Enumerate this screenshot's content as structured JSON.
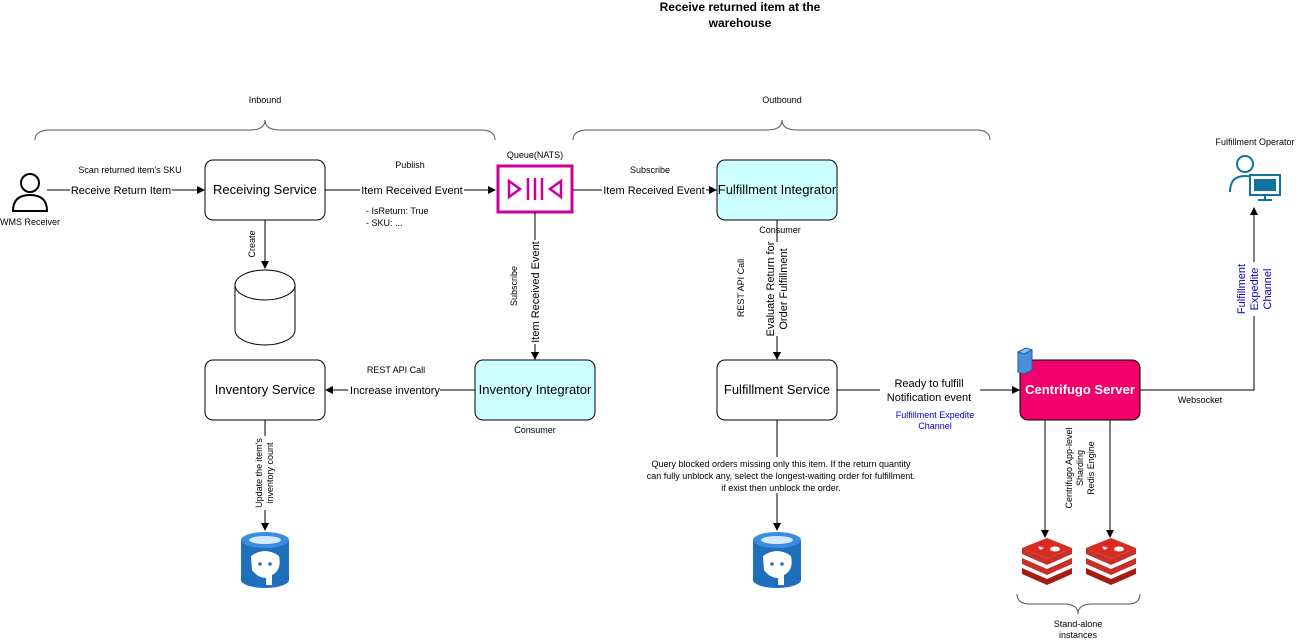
{
  "title": {
    "line1": "Receive returned item at the",
    "line2": "warehouse"
  },
  "sections": {
    "inbound": "Inbound",
    "outbound": "Outbound",
    "standalone_line1": "Stand-alone",
    "standalone_line2": "instances"
  },
  "actors": {
    "wms_receiver": "WMS Receiver",
    "fulfillment_operator": "Fulfillment Operator"
  },
  "nodes": {
    "receiving_service": "Receiving Service",
    "queue": "Queue(NATS)",
    "fulfillment_integrator": "Fulfillment Integrator",
    "inventory_service": "Inventory Service",
    "inventory_integrator": "Inventory Integrator",
    "fulfillment_service": "Fulfillment Service",
    "centrifugo_server": "Centrifugo Server"
  },
  "captions": {
    "consumer_fulfillment": "Consumer",
    "consumer_inventory": "Consumer"
  },
  "edges": {
    "scan_sku": "Scan returned item's SKU",
    "receive_return_item": "Receive Return Item",
    "publish": "Publish",
    "item_received_event_1": "Item Received Event",
    "is_return": "- IsReturn: True",
    "sku": "- SKU: ...",
    "subscribe_top": "Subscribe",
    "item_received_event_2": "Item Received Event",
    "create": "Create",
    "subscribe_vertical": "Subscribe",
    "item_received_event_3": "Item Received Event",
    "rest_api_call_outbound": "REST API Call",
    "evaluate_line1": "Evaluate Return for",
    "evaluate_line2": "Order Fulfillment",
    "rest_api_call_inbound": "REST API Call",
    "increase_inventory": "Increase inventory",
    "update_line1": "Update the item's",
    "update_line2": "inventory count",
    "ready_line1": "Ready to fulfill",
    "ready_line2": "Notification event",
    "channel_line1": "Fulfillment Expedite",
    "channel_line2": "Channel",
    "websocket": "Websocket",
    "vertical_channel_line1": "Fulfillment",
    "vertical_channel_line2": "Expedite",
    "vertical_channel_line3": "Channel",
    "centrifugo_line1": "Centrifugo App-level",
    "centrifugo_line2": "Sharding",
    "centrifugo_line3": "Redis Engine",
    "query_line1": "Query blocked orders missing only this item. If the return quantity",
    "query_line2": "can fully unblock any, select the longest-waiting order for fulfillment.",
    "query_line3": "if exist then unblock the order."
  },
  "colors": {
    "integrator_fill": "#CCFFFF",
    "queue_magenta": "#CC0099",
    "centrifugo_fill": "#F2006A",
    "postgres_blue": "#1F6FBF",
    "redis_red": "#C6302B",
    "channel_blue": "#0000CC",
    "operator_blue": "#10739E"
  }
}
